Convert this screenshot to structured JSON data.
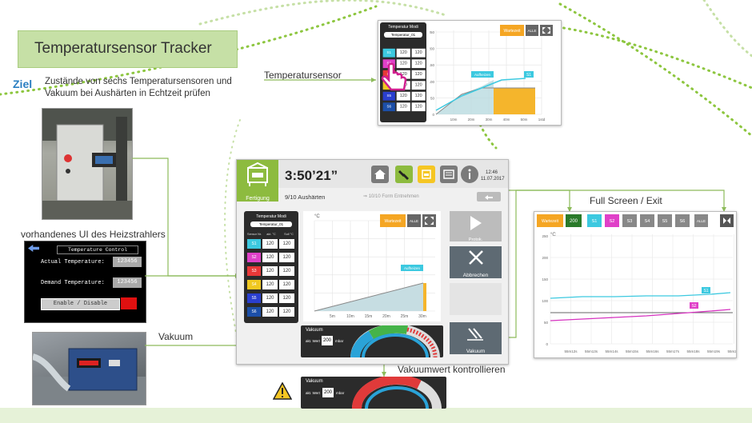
{
  "title": "Temperatursensor Tracker",
  "ziel": {
    "label": "Ziel",
    "text": "Zustände von sechs Temperatursensoren und Vakuum bei Aushärten in Echtzeit prüfen"
  },
  "labels": {
    "vorhandenes_ui": "vorhandenes UI des Heizstrahlers",
    "vakuum": "Vakuum",
    "temperatursensor": "Temperatursensor",
    "full_screen": "Full Screen / Exit",
    "vakuumwert": "Vakuumwert kontrollieren"
  },
  "heater_ui": {
    "title": "Temperature Control",
    "actual_label": "Actual Temperature:",
    "actual_value": "123456",
    "demand_label": "Demand Temperature:",
    "demand_value": "123456",
    "toggle": "Enable / Disable"
  },
  "main": {
    "time": "3:50’21”",
    "status": "Fertigung",
    "step": "9/10 Aushärten",
    "next_step": "10/10 Form Entnehmen",
    "clock_time": "12:46",
    "clock_date": "11.07.2017",
    "modi_title": "Temperatur Modi",
    "modi_select": "Temperatur_01",
    "sensor_head": [
      "Sensor Nr.",
      "akt. °C",
      "Soll °C"
    ],
    "sensors": [
      {
        "id": "S1",
        "akt": "120",
        "soll": "120",
        "color": "#3cc9e0"
      },
      {
        "id": "S2",
        "akt": "120",
        "soll": "120",
        "color": "#e040c8"
      },
      {
        "id": "S3",
        "akt": "120",
        "soll": "120",
        "color": "#e83838"
      },
      {
        "id": "S4",
        "akt": "120",
        "soll": "120",
        "color": "#f0c820"
      },
      {
        "id": "S5",
        "akt": "120",
        "soll": "120",
        "color": "#2a3fd0"
      },
      {
        "id": "S6",
        "akt": "120",
        "soll": "120",
        "color": "#1c4fa8"
      }
    ],
    "chart_unit": "°C",
    "wartezeit": "Wartezeit",
    "alle": "ALLE",
    "aufheizen": "Aufheizen",
    "x_ticks": [
      "5m",
      "10m",
      "15m",
      "20m",
      "25m",
      "30m"
    ],
    "actions": {
      "protokoll": "Protok.",
      "abbrechen": "Abbrechen",
      "vakuum": "Vakuum"
    },
    "vakuum_title": "Vakuum",
    "vakuum_label": "akt. Wert",
    "vakuum_value": "200",
    "vakuum_unit": "mbar"
  },
  "top_panel": {
    "modi_title": "Temperatur Modi",
    "modi_select": "Temperatur_01",
    "x_ticks": [
      "10m",
      "20m",
      "30m",
      "40m",
      "50m",
      "1std"
    ],
    "y_ticks": [
      "250",
      "200",
      "150",
      "100",
      "50",
      "0"
    ],
    "wartezeit": "Wartezeit",
    "aufheizen": "Aufheizen",
    "s1": "S1"
  },
  "full_panel": {
    "wartezeit": "Wartezeit",
    "value": "200",
    "sensors": [
      "S1",
      "S2",
      "S3",
      "S4",
      "S5",
      "S6"
    ],
    "alle": "ALLE",
    "unit": "°C",
    "y_ticks": [
      "250",
      "200",
      "150",
      "100",
      "50",
      "0"
    ],
    "x_ticks": [
      "55m12s",
      "55m13s",
      "55m14s",
      "55m15s",
      "55m16s",
      "55m17s",
      "55m18s",
      "55m19s",
      "55m20s"
    ],
    "s1": "S1",
    "s2": "S2"
  },
  "bottom_gauge": {
    "title": "Vakuum",
    "label": "akt. Wert",
    "value": "200",
    "unit": "mbar"
  },
  "colors": {
    "accent_green": "#8dbb3f",
    "orange": "#f5a623",
    "cyan": "#3cc9e0",
    "magenta": "#e040c8"
  }
}
